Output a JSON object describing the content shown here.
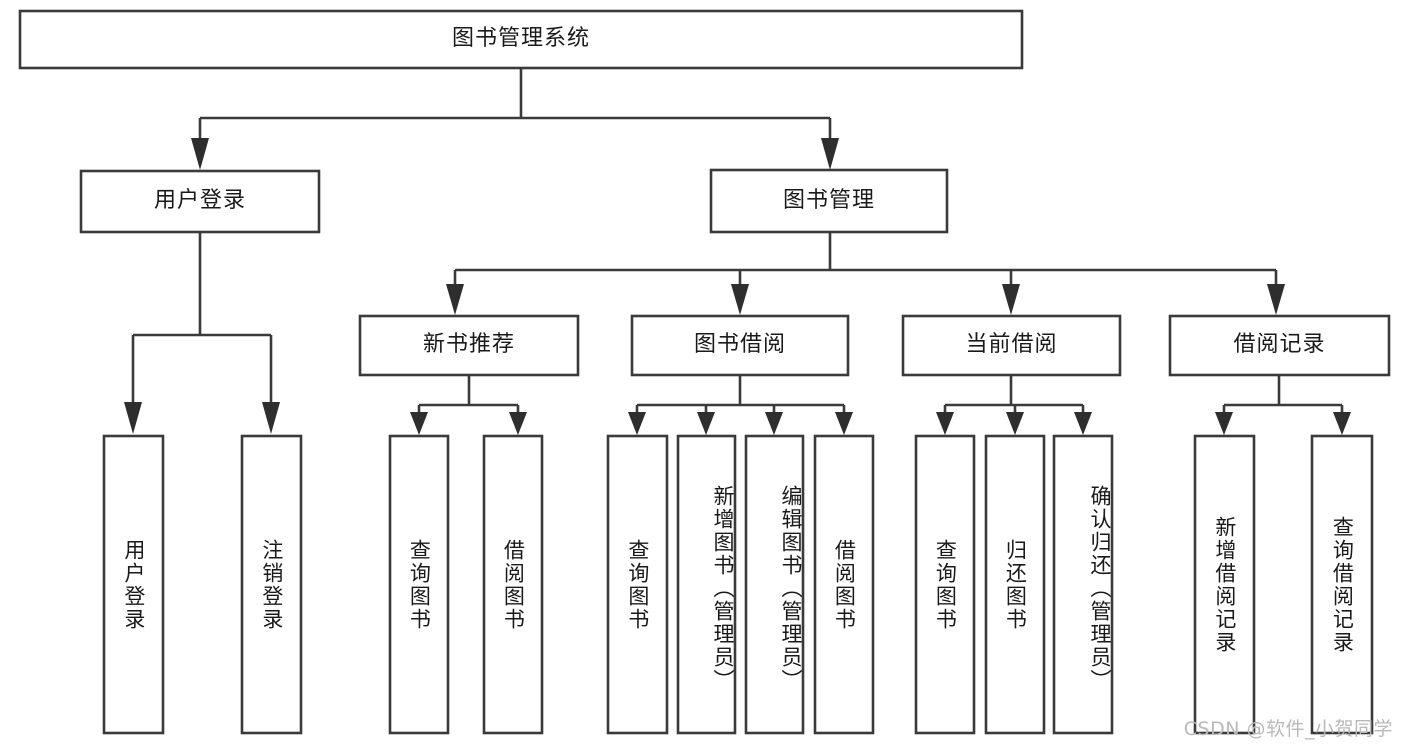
{
  "diagram": {
    "type": "tree-hierarchy",
    "title": "图书管理系统",
    "root": {
      "id": "root",
      "label": "图书管理系统"
    },
    "level2": [
      {
        "id": "user-login",
        "label": "用户登录"
      },
      {
        "id": "book-mgmt",
        "label": "图书管理"
      }
    ],
    "level3": [
      {
        "id": "new-book-rec",
        "label": "新书推荐",
        "parent": "book-mgmt"
      },
      {
        "id": "book-borrow",
        "label": "图书借阅",
        "parent": "book-mgmt"
      },
      {
        "id": "current-borrow",
        "label": "当前借阅",
        "parent": "book-mgmt"
      },
      {
        "id": "borrow-record",
        "label": "借阅记录",
        "parent": "book-mgmt"
      }
    ],
    "leaves": [
      {
        "id": "leaf-user-login",
        "label": "用户登录",
        "parent": "user-login"
      },
      {
        "id": "leaf-logout",
        "label": "注销登录",
        "parent": "user-login"
      },
      {
        "id": "leaf-query-book-1",
        "label": "查询图书",
        "parent": "new-book-rec"
      },
      {
        "id": "leaf-borrow-book-1",
        "label": "借阅图书",
        "parent": "new-book-rec"
      },
      {
        "id": "leaf-query-book-2",
        "label": "查询图书",
        "parent": "book-borrow"
      },
      {
        "id": "leaf-add-book",
        "label": "新增图书（管理员）",
        "parent": "book-borrow"
      },
      {
        "id": "leaf-edit-book",
        "label": "编辑图书（管理员）",
        "parent": "book-borrow"
      },
      {
        "id": "leaf-borrow-book-2",
        "label": "借阅图书",
        "parent": "book-borrow"
      },
      {
        "id": "leaf-query-book-3",
        "label": "查询图书",
        "parent": "current-borrow"
      },
      {
        "id": "leaf-return-book",
        "label": "归还图书",
        "parent": "current-borrow"
      },
      {
        "id": "leaf-confirm-return",
        "label": "确认归还（管理员）",
        "parent": "current-borrow"
      },
      {
        "id": "leaf-add-record",
        "label": "新增借阅记录",
        "parent": "borrow-record"
      },
      {
        "id": "leaf-query-record",
        "label": "查询借阅记录",
        "parent": "borrow-record"
      }
    ],
    "colors": {
      "box_fill": "#ffffff",
      "box_stroke": "#3a3a3a",
      "connector": "#3a3a3a",
      "text": "#1a1a1a",
      "background": "#ffffff",
      "watermark": "#b9b9b9"
    }
  },
  "watermark": {
    "text": "CSDN @软件_小贺同学"
  }
}
